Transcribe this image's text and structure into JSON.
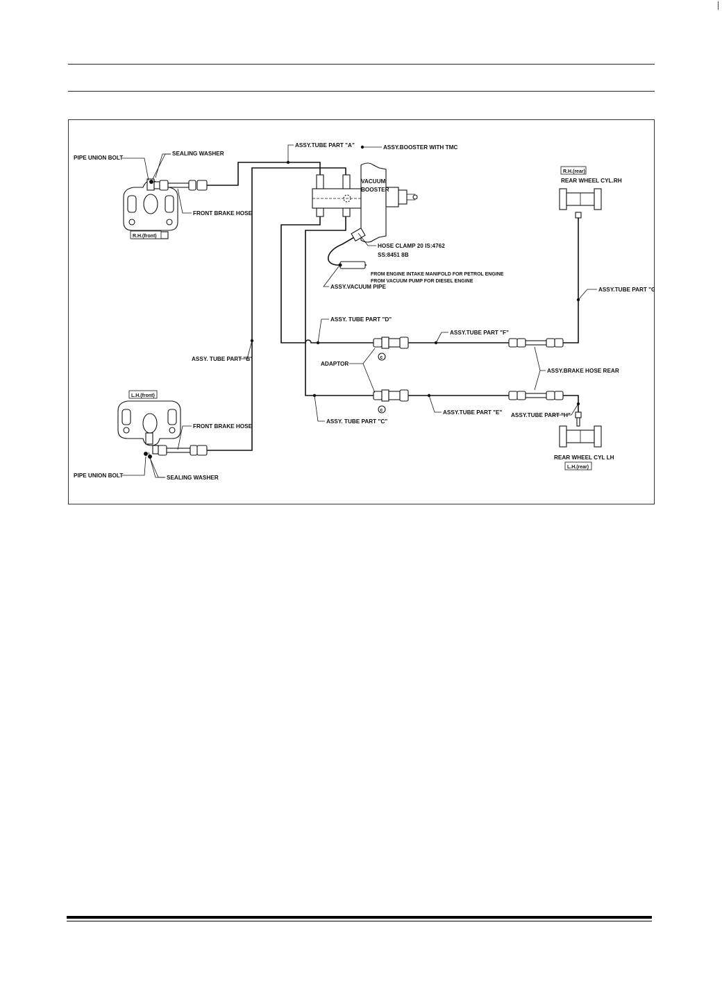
{
  "labels": {
    "pipe_union_bolt_rh": "PIPE UNION BOLT",
    "sealing_washer_rh": "SEALING WASHER",
    "front_brake_hose_rh": "FRONT BRAKE HOSE",
    "rh_front": "R.H.(front)",
    "tube_a": "ASSY.TUBE PART \"A\"",
    "booster": "ASSY.BOOSTER WITH TMC",
    "vacuum": "VACUUM",
    "booster_word": "BOOSTER",
    "hose_clamp_1": "HOSE CLAMP 20 IS:4762",
    "hose_clamp_2": "SS:8451 8B",
    "from_engine_1": "FROM ENGINE INTAKE MANIFOLD FOR PETROL ENGINE",
    "from_engine_2": "FROM VACUUM PUMP FOR DIESEL ENGINE",
    "vacuum_pipe": "ASSY.VACUUM PIPE",
    "rh_rear": "R.H.(rear)",
    "rear_wheel_rh": "REAR WHEEL CYL.RH",
    "tube_g": "ASSY.TUBE PART \"G",
    "tube_d": "ASSY. TUBE PART \"D\"",
    "tube_f": "ASSY.TUBE PART \"F\"",
    "tube_b": "ASSY. TUBE PART \"B\"",
    "adaptor": "ADAPTOR",
    "brake_hose_rear": "ASSY.BRAKE HOSE REAR",
    "tube_c": "ASSY. TUBE PART \"C\"",
    "tube_e": "ASSY.TUBE PART \"E\"",
    "tube_h": "ASSY.TUBE PART \"H\"",
    "lh_front": "L.H.(front)",
    "front_brake_hose_lh": "FRONT BRAKE HOSE",
    "pipe_union_bolt_lh": "PIPE UNION BOLT",
    "sealing_washer_lh": "SEALING WASHER",
    "rear_wheel_lh": "REAR WHEEL CYL LH",
    "lh_rear": "L.H.(rear)",
    "adaptor_mark": "c"
  }
}
